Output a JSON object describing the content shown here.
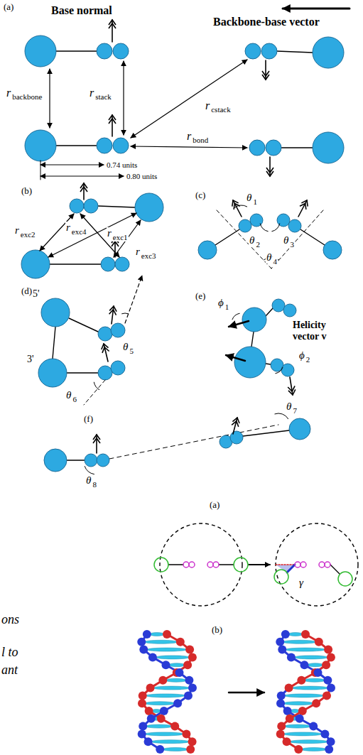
{
  "diagram": {
    "labels": [
      "(a)",
      "Base normal",
      "Backbone-base vector",
      "r",
      "backbone",
      "r",
      "stack",
      "r",
      "cstack",
      "r",
      "bond",
      "0.74 units",
      "0.80 units",
      "(b)",
      "r",
      "exc2",
      "r",
      "exc4",
      "r",
      "exc1",
      "r",
      "exc3",
      "(c)",
      "θ",
      "1",
      "θ",
      "2",
      "θ",
      "3",
      "θ",
      "4",
      "(d)",
      "5'",
      "θ",
      "5",
      "3'",
      "θ",
      "6",
      "(e)",
      "ϕ",
      "1",
      "Helicity vector v",
      "ϕ",
      "2",
      "(f)",
      "θ",
      "7",
      "θ",
      "8",
      "(a)",
      "γ",
      "ons",
      "(b)",
      "l to",
      "ant"
    ]
  }
}
